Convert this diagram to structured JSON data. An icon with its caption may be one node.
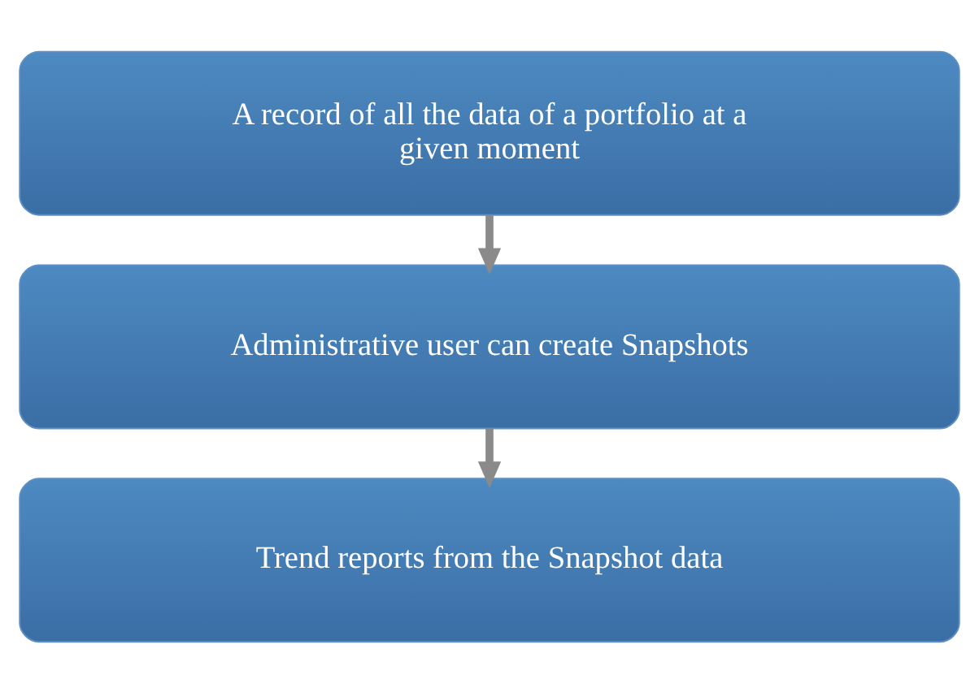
{
  "diagram": {
    "nodes": [
      {
        "text": [
          "A record of all the data of a portfolio at a given moment"
        ]
      },
      {
        "text": [
          "Administrative user can create Snapshots"
        ]
      },
      {
        "text": [
          "Trend reports from the Snapshot data"
        ]
      }
    ],
    "edges": [
      {
        "from": 0,
        "to": 1,
        "arrow": "to"
      },
      {
        "from": 1,
        "to": 2,
        "arrow": "to"
      }
    ]
  }
}
